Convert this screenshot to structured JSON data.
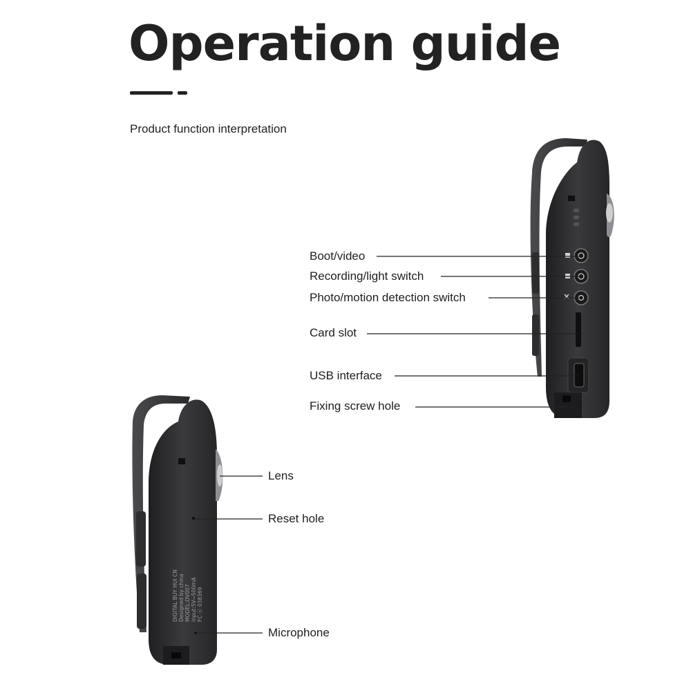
{
  "header": {
    "title": "Operation guide",
    "subtitle": "Product function interpretation"
  },
  "side_view": {
    "labels": {
      "boot_video": "Boot/video",
      "recording_light": "Recording/light switch",
      "photo_motion": "Photo/motion detection switch",
      "card_slot": "Card slot",
      "usb": "USB interface",
      "fixing_screw": "Fixing screw hole"
    }
  },
  "back_view": {
    "labels": {
      "lens": "Lens",
      "reset": "Reset hole",
      "microphone": "Microphone"
    },
    "device_text": {
      "line1": "DIGITAL BUY HUI CN",
      "line2": "Designed by china",
      "line3": "MODEL:DV007",
      "line4": "input:5V⎓500mA",
      "line5": "FC ⓔ 038369"
    }
  },
  "colors": {
    "device_body": "#2b2b2d",
    "clip": "#3a3a3c",
    "text": "#1e1e1e"
  }
}
